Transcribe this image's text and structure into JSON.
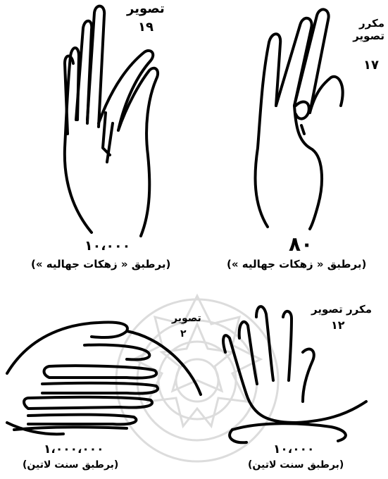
{
  "figures": [
    {
      "caption_label": "تصویر",
      "caption_number": "۱۹",
      "number_text": "۱۰،۰۰۰",
      "description": "(برطبق « زهکات جهالیه »)"
    },
    {
      "caption_label": "مکرر تصویر",
      "caption_number": "۱۷",
      "number_text": "۸۰",
      "description": "(برطبق « زهکات جهالیه »)"
    },
    {
      "caption_label": "تصویر",
      "caption_number": "۲",
      "number_text": "۱،۰۰۰،۰۰۰",
      "description": "(برطبق سنت لاتین)"
    },
    {
      "caption_label": "مکرر تصویر",
      "caption_number": "۱۲",
      "number_text": "۱۰،۰۰۰",
      "description": "(برطبق سنت لاتین)"
    }
  ],
  "colors": {
    "ink": "#000000",
    "paper": "#ffffff",
    "watermark": "#d9d9d9"
  },
  "watermark_icon": "rosette-watermark"
}
